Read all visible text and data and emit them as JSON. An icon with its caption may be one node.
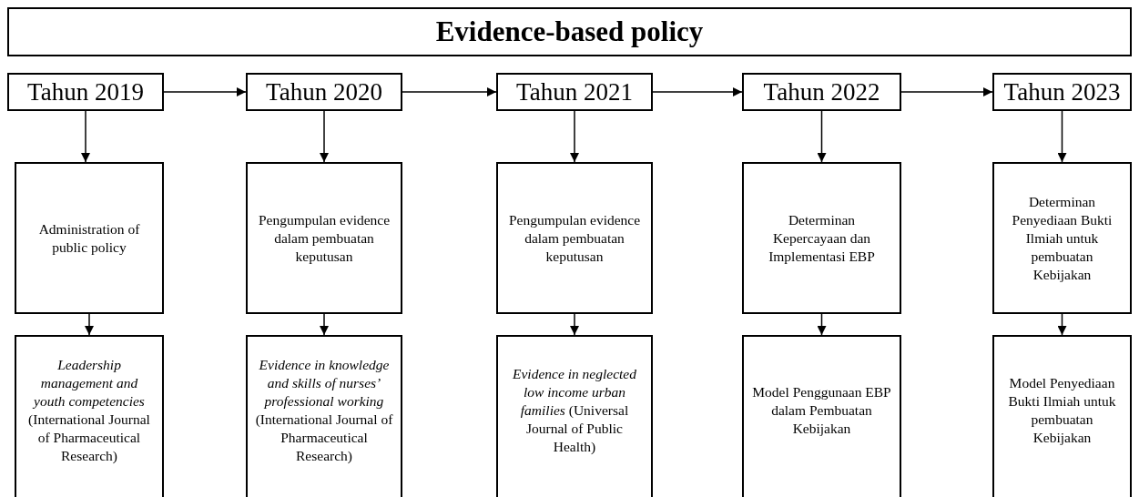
{
  "diagram": {
    "nodes": [
      {
        "text": [
          "Evidence-based policy"
        ]
      },
      {
        "text": [
          "Tahun 2019"
        ]
      },
      {
        "text": [
          "Tahun 2020"
        ]
      },
      {
        "text": [
          "Tahun 2021"
        ]
      },
      {
        "text": [
          "Tahun 2022"
        ]
      },
      {
        "text": [
          "Tahun 2023"
        ]
      },
      {
        "text": [
          "Administration of public policy"
        ]
      },
      {
        "text": [
          "Pengumpulan evidence dalam pembuatan keputusan"
        ]
      },
      {
        "text": [
          "Pengumpulan evidence dalam pembuatan keputusan"
        ]
      },
      {
        "text": [
          "Determinan Kepercayaan dan Implementasi EBP"
        ]
      },
      {
        "text": [
          "Determinan Penyediaan Bukti Ilmiah untuk pembuatan Kebijakan"
        ]
      },
      {
        "text": [
          "*Leadership management and youth competencies* (International Journal of Pharmaceutical Research)"
        ]
      },
      {
        "text": [
          "*Evidence in knowledge and skills of nurses’ professional working* (International Journal of Pharmaceutical Research)"
        ]
      },
      {
        "text": [
          "*Evidence in neglected low income urban families* (Universal Journal of Public Health)"
        ]
      },
      {
        "text": [
          "Model Penggunaan EBP dalam Pembuatan Kebijakan"
        ]
      },
      {
        "text": [
          "Model Penyediaan Bukti Ilmiah untuk pembuatan Kebijakan"
        ]
      }
    ],
    "edges": [
      {
        "from": 1,
        "to": 2,
        "arrow": "to"
      },
      {
        "from": 2,
        "to": 3,
        "arrow": "to"
      },
      {
        "from": 3,
        "to": 4,
        "arrow": "to"
      },
      {
        "from": 4,
        "to": 5,
        "arrow": "to"
      },
      {
        "from": 1,
        "to": 6,
        "arrow": "to"
      },
      {
        "from": 2,
        "to": 7,
        "arrow": "to"
      },
      {
        "from": 3,
        "to": 8,
        "arrow": "to"
      },
      {
        "from": 4,
        "to": 9,
        "arrow": "to"
      },
      {
        "from": 5,
        "to": 10,
        "arrow": "to"
      },
      {
        "from": 6,
        "to": 11,
        "arrow": "to"
      },
      {
        "from": 7,
        "to": 12,
        "arrow": "to"
      },
      {
        "from": 8,
        "to": 13,
        "arrow": "to"
      },
      {
        "from": 9,
        "to": 14,
        "arrow": "to"
      },
      {
        "from": 10,
        "to": 15,
        "arrow": "to"
      }
    ]
  }
}
